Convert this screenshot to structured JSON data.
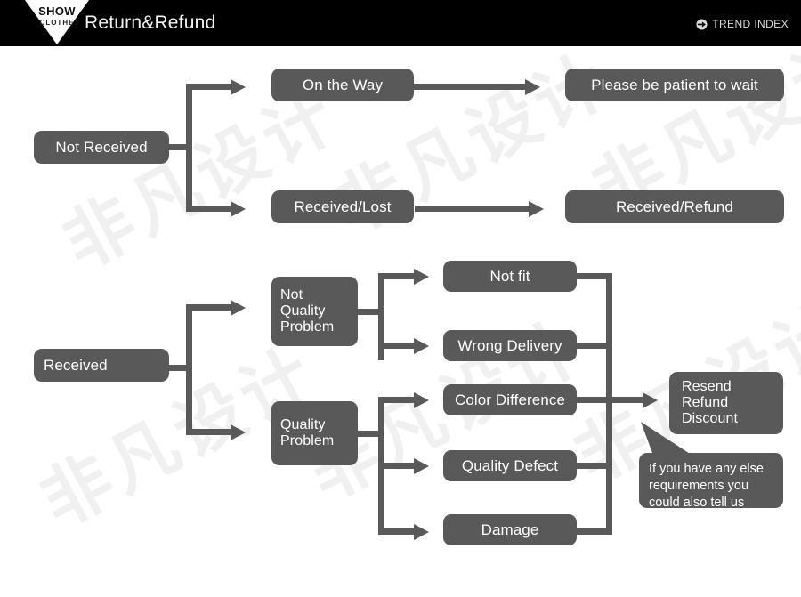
{
  "header": {
    "logo_primary": "SHOW",
    "logo_secondary": "CLOTHE",
    "title": "Return&Refund",
    "brand_label": "TREND INDEX",
    "brand_icon": "circle-arrow-icon",
    "background_color": "#000000",
    "title_color": "#ffffff"
  },
  "theme": {
    "node_fill": "#595959",
    "node_text": "#ffffff",
    "connector": "#595959",
    "page_background": "#ffffff",
    "watermark_color": "#f0f0f0"
  },
  "watermark": {
    "text": "非凡设计"
  },
  "chart_data": {
    "type": "diagram",
    "title": "Return&Refund",
    "nodes": [
      {
        "id": "not-received",
        "label": "Not Received",
        "group": "not-received-branch"
      },
      {
        "id": "on-the-way",
        "label": "On the Way",
        "group": "not-received-branch"
      },
      {
        "id": "please-be-patient-to-wait",
        "label": "Please be patient to wait",
        "group": "not-received-branch"
      },
      {
        "id": "received-lost",
        "label": "Received/Lost",
        "group": "not-received-branch"
      },
      {
        "id": "received-refund",
        "label": "Received/Refund",
        "group": "not-received-branch"
      },
      {
        "id": "received",
        "label": "Received",
        "group": "received-branch"
      },
      {
        "id": "not-quality-problem",
        "label": "Not\nQuality\nProblem",
        "group": "received-branch"
      },
      {
        "id": "quality-problem",
        "label": "Quality\nProblem",
        "group": "received-branch"
      },
      {
        "id": "not-fit",
        "label": "Not fit",
        "group": "received-branch"
      },
      {
        "id": "wrong-delivery",
        "label": "Wrong Delivery",
        "group": "received-branch"
      },
      {
        "id": "color-difference",
        "label": "Color Difference",
        "group": "received-branch"
      },
      {
        "id": "quality-defect",
        "label": "Quality Defect",
        "group": "received-branch"
      },
      {
        "id": "damage",
        "label": "Damage",
        "group": "received-branch"
      },
      {
        "id": "resolution",
        "label": "Resend\nRefund\nDiscount",
        "group": "received-branch"
      }
    ],
    "edges": [
      {
        "from": "not-received",
        "to": "on-the-way"
      },
      {
        "from": "on-the-way",
        "to": "please-be-patient-to-wait"
      },
      {
        "from": "not-received",
        "to": "received-lost"
      },
      {
        "from": "received-lost",
        "to": "received-refund"
      },
      {
        "from": "received",
        "to": "not-quality-problem"
      },
      {
        "from": "received",
        "to": "quality-problem"
      },
      {
        "from": "not-quality-problem",
        "to": "not-fit"
      },
      {
        "from": "not-quality-problem",
        "to": "wrong-delivery"
      },
      {
        "from": "quality-problem",
        "to": "color-difference"
      },
      {
        "from": "quality-problem",
        "to": "quality-defect"
      },
      {
        "from": "quality-problem",
        "to": "damage"
      },
      {
        "from": "not-fit",
        "to": "resolution"
      },
      {
        "from": "wrong-delivery",
        "to": "resolution"
      },
      {
        "from": "color-difference",
        "to": "resolution"
      },
      {
        "from": "quality-defect",
        "to": "resolution"
      },
      {
        "from": "damage",
        "to": "resolution"
      }
    ],
    "annotations": [
      {
        "id": "extra-requirements-note",
        "text": "If you have any else requirements you could also tell us",
        "attached_to": "resolution"
      }
    ]
  },
  "nodes": {
    "not_received": "Not Received",
    "on_the_way": "On the Way",
    "please_wait": "Please be patient to wait",
    "received_lost": "Received/Lost",
    "received_refund": "Received/Refund",
    "received": "Received",
    "not_quality_problem_l1": "Not",
    "not_quality_problem_l2": "Quality",
    "not_quality_problem_l3": "Problem",
    "quality_problem_l1": "Quality",
    "quality_problem_l2": "Problem",
    "not_fit": "Not fit",
    "wrong_delivery": "Wrong Delivery",
    "color_difference": "Color Difference",
    "quality_defect": "Quality Defect",
    "damage": "Damage",
    "resolution_l1": "Resend",
    "resolution_l2": "Refund",
    "resolution_l3": "Discount"
  },
  "callout": {
    "line1": "If you have any else",
    "line2": "requirements you",
    "line3": "could also tell us"
  }
}
